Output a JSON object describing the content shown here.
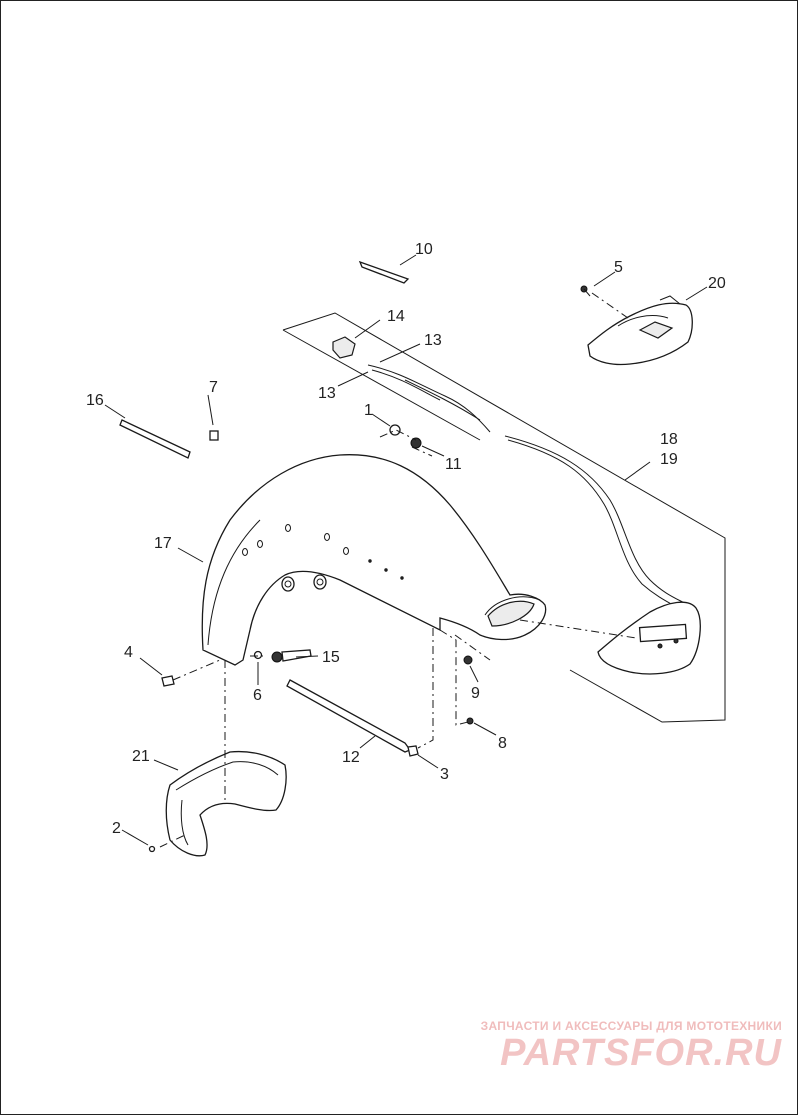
{
  "callouts": {
    "c1": "1",
    "c2": "2",
    "c3": "3",
    "c4": "4",
    "c5": "5",
    "c6": "6",
    "c7": "7",
    "c8": "8",
    "c9": "9",
    "c10": "10",
    "c11": "11",
    "c12": "12",
    "c13a": "13",
    "c13b": "13",
    "c14": "14",
    "c15": "15",
    "c16": "16",
    "c17": "17",
    "c18": "18",
    "c19": "19",
    "c20": "20",
    "c21": "21"
  },
  "watermark": {
    "caption": "ЗАПЧАСТИ И АКСЕССУАРЫ ДЛЯ МОТОТЕХНИКИ",
    "logo": "PARTSFOR.RU"
  }
}
